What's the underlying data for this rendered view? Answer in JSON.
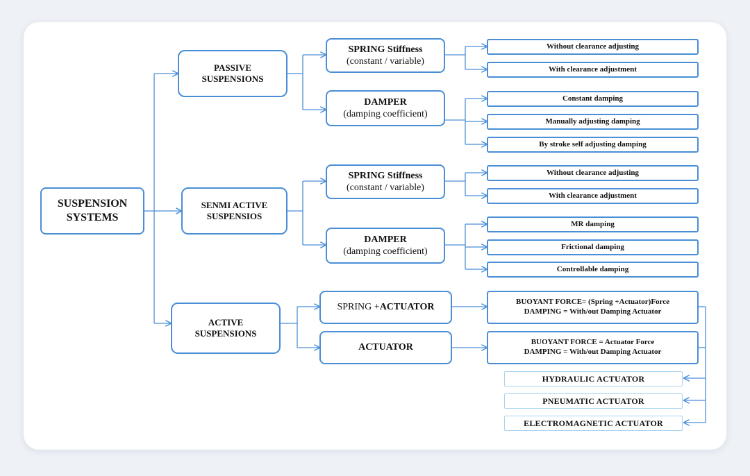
{
  "colors": {
    "line": "#4a8ed6",
    "light_border": "#a8d3ef",
    "card": "#ffffff",
    "backdrop": "#eef1f6"
  },
  "root": {
    "line1": "SUSPENSION",
    "line2": "SYSTEMS"
  },
  "passive": {
    "line1": "PASSIVE",
    "line2": "SUSPENSIONS",
    "spring": {
      "line1": "SPRING Stiffness",
      "line2": "(constant / variable)",
      "options": [
        "Without clearance adjusting",
        "With clearance adjustment"
      ]
    },
    "damper": {
      "line1": "DAMPER",
      "line2": "(damping coefficient)",
      "options": [
        "Constant damping",
        "Manually adjusting damping",
        "By stroke self adjusting damping"
      ]
    }
  },
  "semi_active": {
    "line1": "SENMI ACTIVE",
    "line2": "SUSPENSIOS",
    "spring": {
      "line1": "SPRING Stiffness",
      "line2": "(constant / variable)",
      "options": [
        "Without clearance adjusting",
        "With clearance adjustment"
      ]
    },
    "damper": {
      "line1": "DAMPER",
      "line2": "(damping coefficient)",
      "options": [
        "MR damping",
        "Frictional damping",
        "Controllable damping"
      ]
    }
  },
  "active": {
    "line1": "ACTIVE",
    "line2": "SUSPENSIONS",
    "spring_actuator": {
      "prefix": "SPRING +",
      "suffix": "ACTUATOR",
      "line1": "BUOYANT FORCE= (Spring +Actuator)Force",
      "line2": "DAMPING = With/out Damping Actuator"
    },
    "actuator": {
      "label": "ACTUATOR",
      "line1": "BUOYANT FORCE = Actuator Force",
      "line2": "DAMPING = With/out Damping Actuator"
    },
    "actuator_types": [
      "HYDRAULIC ACTUATOR",
      "PNEUMATIC ACTUATOR",
      "ELECTROMAGNETIC ACTUATOR"
    ]
  }
}
